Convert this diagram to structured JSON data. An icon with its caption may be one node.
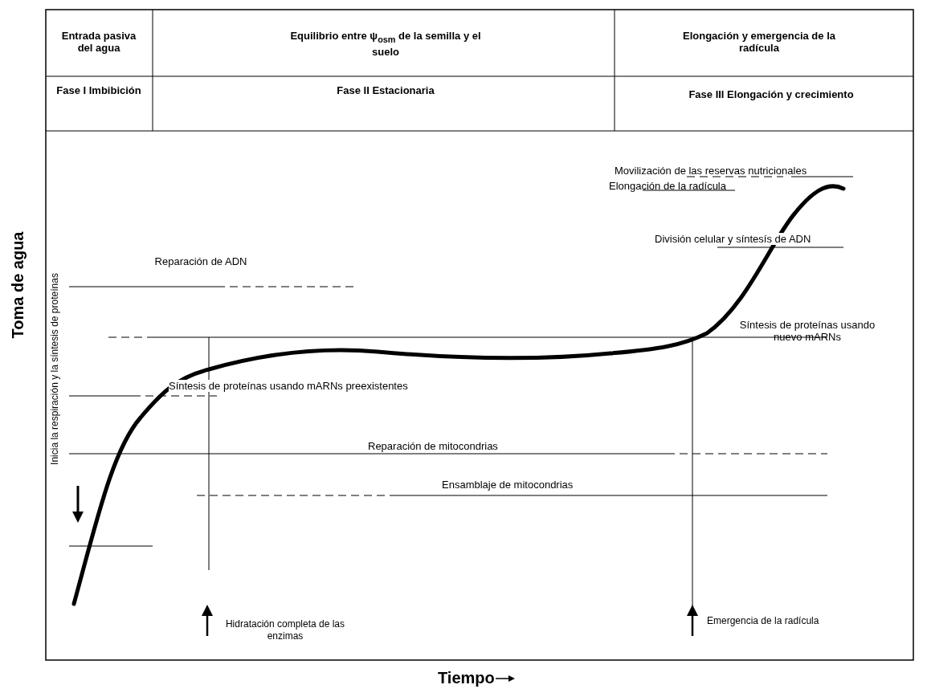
{
  "diagram": {
    "labels": [
      "Entrada pasiva del agua",
      "Equilibrio entre ψ$_{osm}$ de la semilla y el suelo",
      "Elongación y emergencia de la radícula",
      "Fase I Imbibición",
      "Fase II Estacionaria",
      "Fase III Elongación y crecimiento",
      "Toma de agua",
      "Movilización de las reservas nutricionales",
      "Elongación de la radícula",
      "División celular y síntesís de ADN",
      "Reparación de ADN",
      "Inicia la respiración y la síntesis de proteínas",
      "Síntesis de proteínas usando nuevo mARNs",
      "Síntesis de proteínas usando mARNs preexistentes",
      "Reparación de mitocondrias",
      "Ensamblaje de mitocondrias",
      "Hidratación completa de las enzimas",
      "Emergencia de la radícula",
      "Tiempo"
    ]
  }
}
